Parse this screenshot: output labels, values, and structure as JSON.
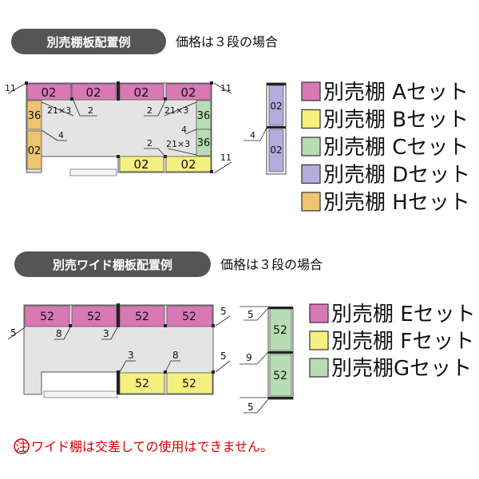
{
  "colors": {
    "A": "#d878b4",
    "B": "#f5f080",
    "C": "#b8dcb4",
    "D": "#b4acdc",
    "H": "#eec470",
    "E": "#d878b4",
    "F": "#f5f080",
    "G": "#b8dcb4",
    "floor": "#e4e4e4",
    "title_bg": "#555555",
    "note": "#d40000"
  },
  "section1": {
    "title": "別売棚板配置例",
    "subtitle": "価格は３段の場合",
    "shelves": {
      "a1": "02",
      "a2": "02",
      "a3": "02",
      "a4": "02",
      "b1": "02",
      "b2": "02",
      "h1": "36",
      "h2": "02",
      "c1": "36",
      "c2": "36",
      "d1": "02",
      "d2": "02"
    },
    "dims": {
      "tl": "11",
      "tr": "11",
      "br": "11",
      "d21a": "21×3",
      "d2a": "2",
      "d2b": "2",
      "d21b": "21×3",
      "d4l": "4",
      "d4r": "4",
      "d2c": "2",
      "d21c": "21×3",
      "d4side": "4"
    },
    "legend": [
      {
        "key": "A",
        "label": "別売棚 Aセット"
      },
      {
        "key": "B",
        "label": "別売棚 Bセット"
      },
      {
        "key": "C",
        "label": "別売棚 Cセット"
      },
      {
        "key": "D",
        "label": "別売棚 Dセット"
      },
      {
        "key": "H",
        "label": "別売棚 Hセット"
      }
    ]
  },
  "section2": {
    "title": "別売ワイド棚板配置例",
    "subtitle": "価格は３段の場合",
    "shelves": {
      "e1": "52",
      "e2": "52",
      "e3": "52",
      "e4": "52",
      "f1": "52",
      "f2": "52",
      "g1": "52",
      "g2": "52"
    },
    "dims": {
      "r5a": "5",
      "l5": "5",
      "d8a": "8",
      "d3a": "3",
      "d3b": "3",
      "d8b": "8",
      "r5b": "5",
      "side5a": "5",
      "side9": "9",
      "side5b": "5"
    },
    "legend": [
      {
        "key": "E",
        "label": "別売棚 Eセット"
      },
      {
        "key": "F",
        "label": "別売棚 Fセット"
      },
      {
        "key": "G",
        "label": "別売棚Gセット"
      }
    ]
  },
  "note": {
    "mark": "注",
    "text": "ワイド棚は交差しての使用はできません。"
  }
}
